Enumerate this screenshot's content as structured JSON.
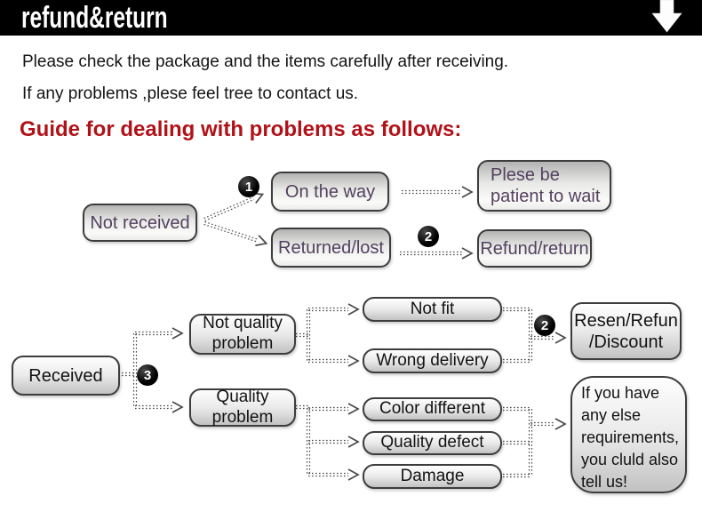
{
  "header": {
    "title": "refund&return"
  },
  "intro": {
    "line1": "Please check the package and the items carefully after receiving.",
    "line2": "If any problems ,plese feel tree to contact us."
  },
  "guide_heading": "Guide for dealing with problems as follows:",
  "flow1": {
    "not_received": "Not received",
    "badge_on_way": "1",
    "on_the_way": "On the way",
    "plese_be_patient": "Plese be\npatient to wait",
    "returned_lost": "Returned/lost",
    "badge_refund": "2",
    "refund_return": "Refund/return"
  },
  "flow2": {
    "received": "Received",
    "badge_received": "3",
    "not_quality_problem": "Not quality\nproblem",
    "quality_problem": "Quality\nproblem",
    "not_fit": "Not fit",
    "wrong_delivery": "Wrong delivery",
    "color_different": "Color different",
    "quality_defect": "Quality defect",
    "damage": "Damage",
    "badge_resen": "2",
    "resen_refun_discount": "Resen/Refun\n/Discount",
    "note": "If you have\nany else\nrequirements,\nyou cluld also\ntell us!"
  },
  "colors": {
    "header_bg": "#000000",
    "heading_red": "#b01218",
    "flow1_purple": "#54405f"
  }
}
